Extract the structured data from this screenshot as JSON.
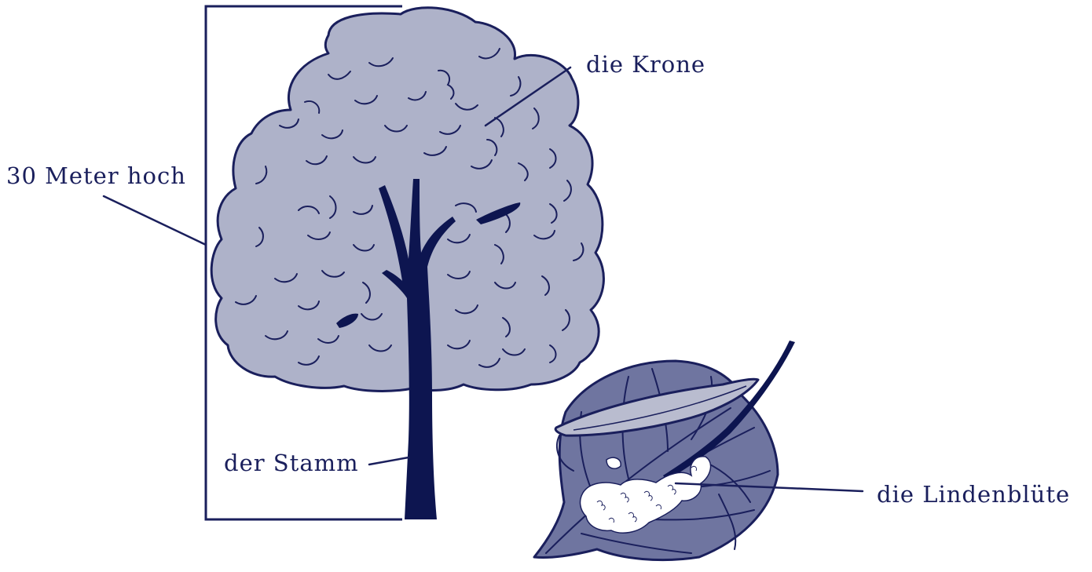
{
  "labels": {
    "height": "30 Meter hoch",
    "crown": "die Krone",
    "trunk": "der Stamm",
    "blossom": "die Lindenblüte"
  },
  "colors": {
    "ink": "#1a1f5c",
    "trunk": "#0d1550",
    "crown_fill": "#aeb2c9",
    "leaf_fill": "#6f75a0",
    "bract_fill": "#b9bccf",
    "blossom_fill": "#ffffff"
  },
  "icons": {
    "tree": "linden-tree-illustration",
    "leaf": "linden-leaf-with-blossom-illustration"
  }
}
